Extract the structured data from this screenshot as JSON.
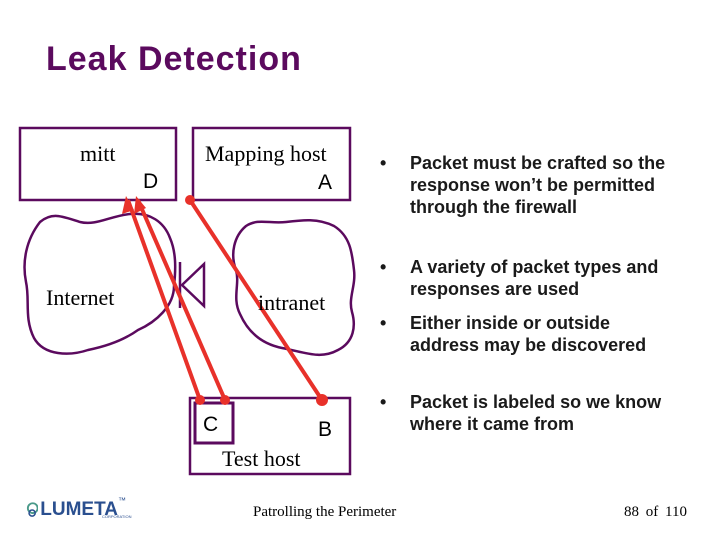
{
  "title": "Leak Detection",
  "diagram": {
    "mitt_label": "mitt",
    "d_label": "D",
    "mapping_host_label": "Mapping host",
    "a_label": "A",
    "internet_label": "Internet",
    "intranet_label": "intranet",
    "c_label": "C",
    "b_label": "B",
    "test_host_label": "Test host",
    "colors": {
      "box_outline": "#5b0a5e",
      "cloud_outline": "#5b0a5e",
      "arrow": "#e8312a"
    }
  },
  "bullets": [
    "Packet must be crafted so the response won’t be permitted through the firewall",
    "A variety of packet types and responses are used",
    "Either inside or outside address may be discovered",
    "Packet is labeled so we know where it came from"
  ],
  "bullet_glyph": "•",
  "footer": {
    "center_text": "Patrolling the Perimeter",
    "page_num": "88",
    "of_text": "of",
    "page_total": "110"
  },
  "logo": {
    "text": "LUMETA",
    "tm": "™",
    "sub": "CORPORATION"
  }
}
